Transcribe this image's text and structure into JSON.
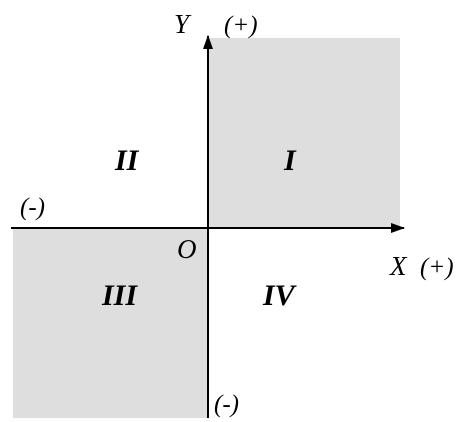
{
  "diagram": {
    "quadrants": {
      "first": "I",
      "second": "II",
      "third": "III",
      "fourth": "IV"
    },
    "axes": {
      "y_label": "Y",
      "y_positive": "(+)",
      "y_negative": "(-)",
      "x_label": "X",
      "x_positive": "(+)",
      "x_negative": "(-)",
      "origin": "O"
    },
    "colors": {
      "shade": "#dedede",
      "axis": "#000000",
      "background": "#ffffff"
    }
  }
}
